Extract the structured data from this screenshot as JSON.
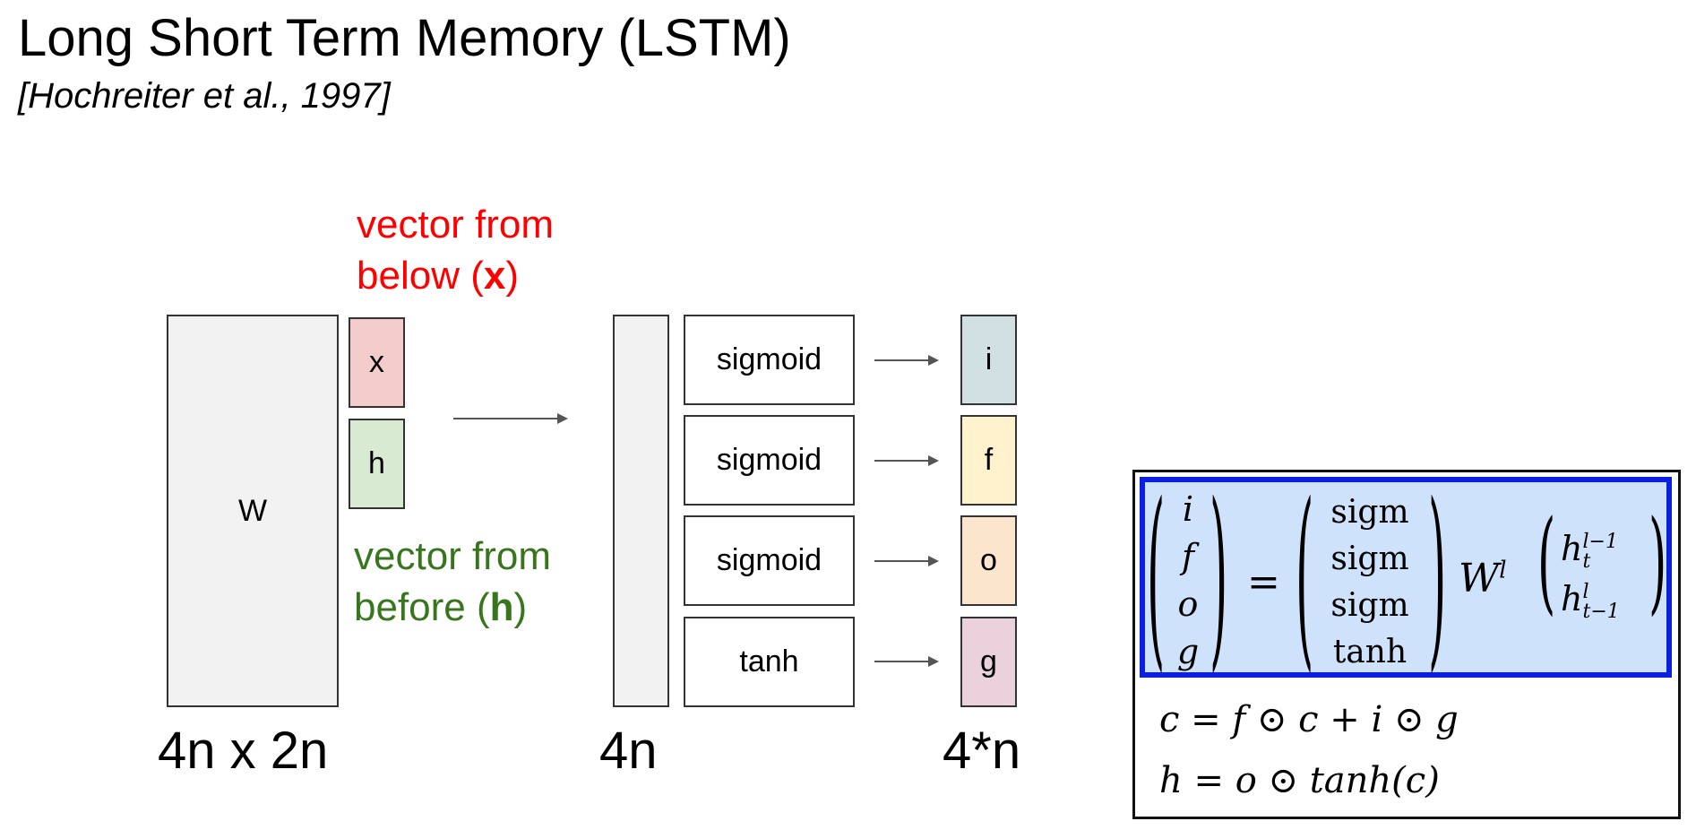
{
  "header": {
    "title": "Long Short Term Memory (LSTM)",
    "subtitle": "[Hochreiter et al., 1997]"
  },
  "diagram": {
    "w_label": "W",
    "w_dim": "4n x 2n",
    "x_label": "x",
    "h_label": "h",
    "note_x_line1": "vector from",
    "note_x_line2_pre": "below (",
    "note_x_bold": "x",
    "note_x_line2_post": ")",
    "note_h_line1": "vector from",
    "note_h_line2_pre": "before (",
    "note_h_bold": "h",
    "note_h_line2_post": ")",
    "mid_dim": "4n",
    "out_dim": "4*n",
    "activations": [
      "sigmoid",
      "sigmoid",
      "sigmoid",
      "tanh"
    ],
    "gates": [
      "i",
      "f",
      "o",
      "g"
    ]
  },
  "colors": {
    "x_box": "#f4cccc",
    "h_box": "#d9ead3",
    "gate_i": "#d0e0e3",
    "gate_f": "#fff2cc",
    "gate_o": "#fce5cd",
    "gate_g": "#ead1dc",
    "matrix_fill": "#f2f2f2",
    "note_x": "#ff0000",
    "note_h": "#38761d"
  },
  "equations": {
    "gate_vector": [
      "i",
      "f",
      "o",
      "g"
    ],
    "equals": "=",
    "act_vector": [
      "sigm",
      "sigm",
      "sigm",
      "tanh"
    ],
    "weight": "W",
    "weight_sup": "l",
    "h_prev_layer": "h",
    "h_prev_layer_sub": "t",
    "h_prev_layer_sup": "l−1",
    "h_prev_time": "h",
    "h_prev_time_sub": "t−1",
    "h_prev_time_sup": "l",
    "cell_eq": "c = f ⊙ c + i ⊙ g",
    "hidden_eq": "h = o ⊙ tanh(c)"
  }
}
